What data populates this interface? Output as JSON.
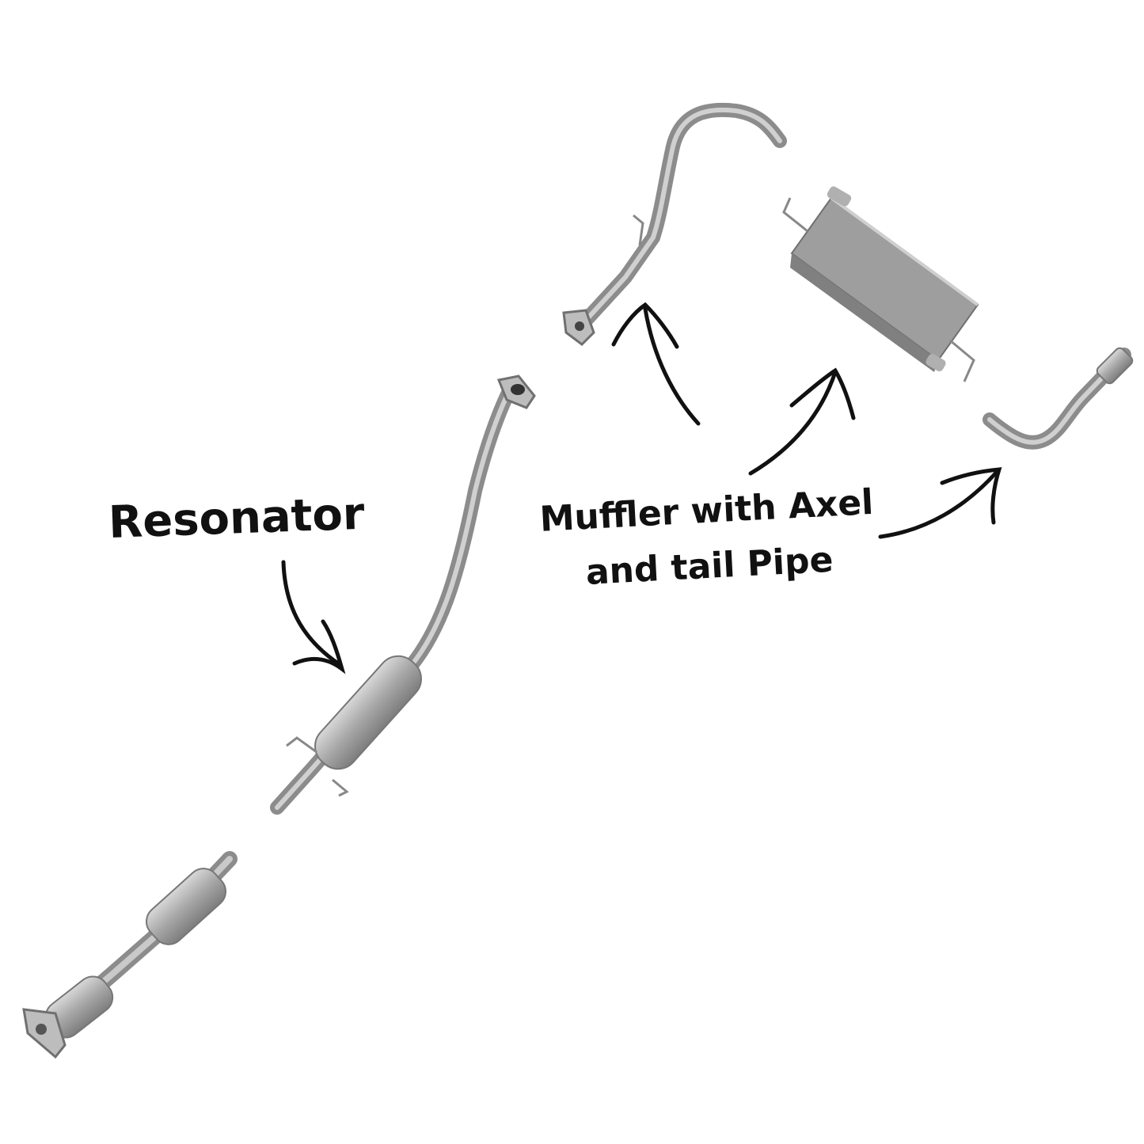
{
  "labels": {
    "resonator": "Resonator",
    "muffler_line1": "Muffler with Axel",
    "muffler_line2": "and tail Pipe"
  },
  "colors": {
    "pipe": "#a9a9a9",
    "pipe_shadow": "#8a8a8a",
    "pipe_highlight": "#d9d9d9",
    "arrow": "#111111",
    "text": "#111111",
    "background": "#ffffff"
  }
}
